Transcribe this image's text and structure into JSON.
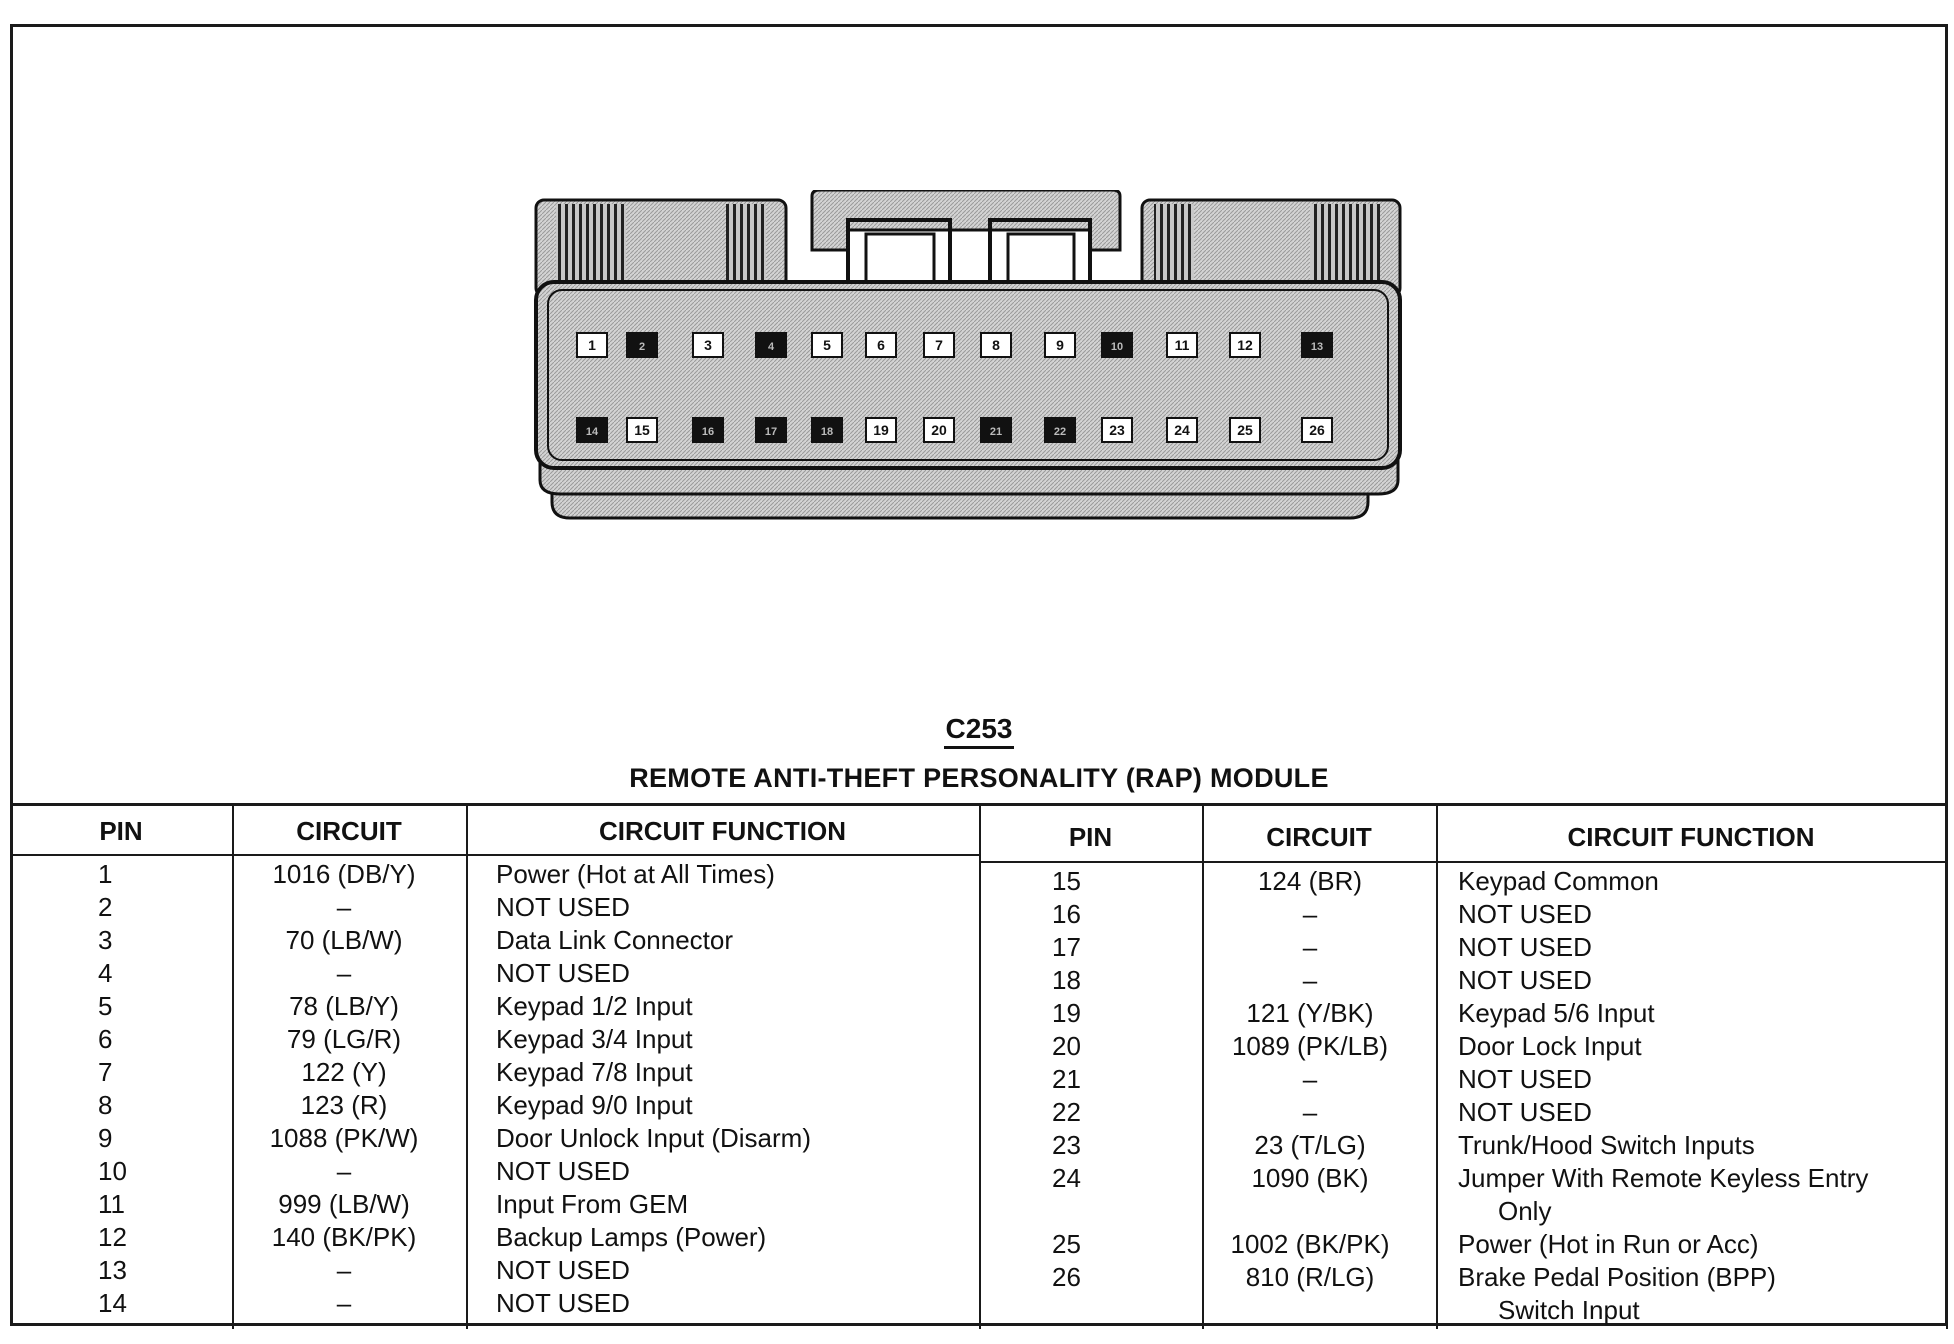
{
  "connector": {
    "id": "C253",
    "name": "REMOTE ANTI-THEFT PERSONALITY (RAP) MODULE",
    "top_row": [
      {
        "pin": "1",
        "filled": false
      },
      {
        "pin": "2",
        "filled": true
      },
      {
        "pin": "3",
        "filled": false
      },
      {
        "pin": "4",
        "filled": true
      },
      {
        "pin": "5",
        "filled": false
      },
      {
        "pin": "6",
        "filled": false
      },
      {
        "pin": "7",
        "filled": false
      },
      {
        "pin": "8",
        "filled": false
      },
      {
        "pin": "9",
        "filled": false
      },
      {
        "pin": "10",
        "filled": true
      },
      {
        "pin": "11",
        "filled": false
      },
      {
        "pin": "12",
        "filled": false
      },
      {
        "pin": "13",
        "filled": true
      }
    ],
    "bottom_row": [
      {
        "pin": "14",
        "filled": true
      },
      {
        "pin": "15",
        "filled": false
      },
      {
        "pin": "16",
        "filled": true
      },
      {
        "pin": "17",
        "filled": true
      },
      {
        "pin": "18",
        "filled": true
      },
      {
        "pin": "19",
        "filled": false
      },
      {
        "pin": "20",
        "filled": false
      },
      {
        "pin": "21",
        "filled": true
      },
      {
        "pin": "22",
        "filled": true
      },
      {
        "pin": "23",
        "filled": false
      },
      {
        "pin": "24",
        "filled": false
      },
      {
        "pin": "25",
        "filled": false
      },
      {
        "pin": "26",
        "filled": false
      }
    ]
  },
  "table": {
    "headers": {
      "pin": "PIN",
      "circuit": "CIRCUIT",
      "function": "CIRCUIT FUNCTION"
    },
    "left_rows": [
      {
        "pin": "1",
        "circuit": "1016 (DB/Y)",
        "function": "Power (Hot at All Times)"
      },
      {
        "pin": "2",
        "circuit": "–",
        "function": "NOT USED"
      },
      {
        "pin": "3",
        "circuit": "70 (LB/W)",
        "function": "Data Link Connector"
      },
      {
        "pin": "4",
        "circuit": "–",
        "function": "NOT USED"
      },
      {
        "pin": "5",
        "circuit": "78 (LB/Y)",
        "function": "Keypad 1/2 Input"
      },
      {
        "pin": "6",
        "circuit": "79 (LG/R)",
        "function": "Keypad 3/4 Input"
      },
      {
        "pin": "7",
        "circuit": "122 (Y)",
        "function": "Keypad 7/8 Input"
      },
      {
        "pin": "8",
        "circuit": "123 (R)",
        "function": "Keypad 9/0 Input"
      },
      {
        "pin": "9",
        "circuit": "1088 (PK/W)",
        "function": "Door Unlock Input (Disarm)"
      },
      {
        "pin": "10",
        "circuit": "–",
        "function": "NOT USED"
      },
      {
        "pin": "11",
        "circuit": "999 (LB/W)",
        "function": "Input From GEM"
      },
      {
        "pin": "12",
        "circuit": "140 (BK/PK)",
        "function": "Backup Lamps (Power)"
      },
      {
        "pin": "13",
        "circuit": "–",
        "function": "NOT USED"
      },
      {
        "pin": "14",
        "circuit": "–",
        "function": "NOT USED"
      }
    ],
    "right_rows": [
      {
        "pin": "15",
        "circuit": "124 (BR)",
        "function": "Keypad Common"
      },
      {
        "pin": "16",
        "circuit": "–",
        "function": "NOT USED"
      },
      {
        "pin": "17",
        "circuit": "–",
        "function": "NOT USED"
      },
      {
        "pin": "18",
        "circuit": "–",
        "function": "NOT USED"
      },
      {
        "pin": "19",
        "circuit": "121 (Y/BK)",
        "function": "Keypad 5/6 Input"
      },
      {
        "pin": "20",
        "circuit": "1089 (PK/LB)",
        "function": "Door Lock Input"
      },
      {
        "pin": "21",
        "circuit": "–",
        "function": "NOT USED"
      },
      {
        "pin": "22",
        "circuit": "–",
        "function": "NOT USED"
      },
      {
        "pin": "23",
        "circuit": "23 (T/LG)",
        "function": "Trunk/Hood Switch Inputs"
      },
      {
        "pin": "24",
        "circuit": "1090 (BK)",
        "function": "Jumper With Remote Keyless Entry",
        "function_cont": "Only"
      },
      {
        "pin": "25",
        "circuit": "1002 (BK/PK)",
        "function": "Power (Hot in Run or Acc)"
      },
      {
        "pin": "26",
        "circuit": "810 (R/LG)",
        "function": "Brake Pedal Position (BPP)",
        "function_cont": "Switch Input"
      }
    ]
  }
}
